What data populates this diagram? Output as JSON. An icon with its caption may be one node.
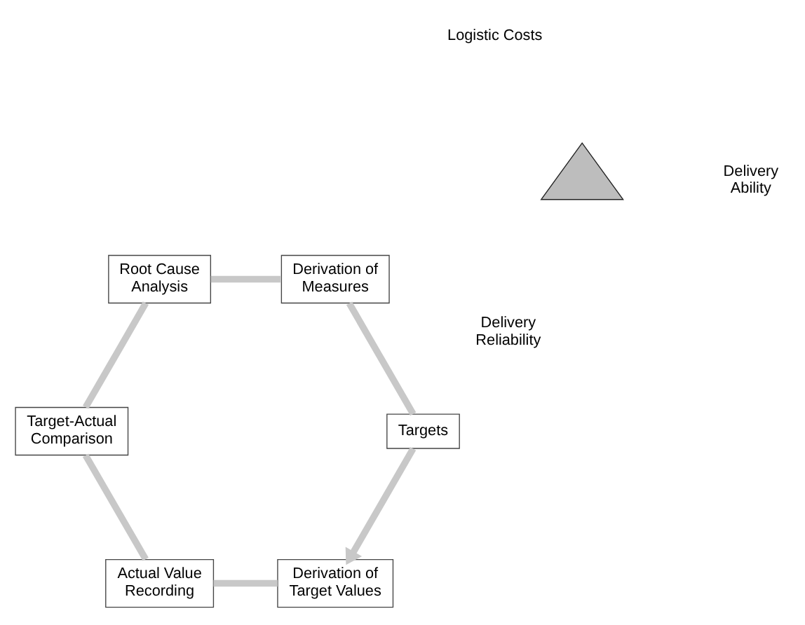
{
  "diagram": {
    "nodes": [
      {
        "text": [
          "Derivation of Target Values"
        ]
      },
      {
        "text": [
          "Actual Value Recording"
        ]
      },
      {
        "text": [
          "Target-Actual Comparison"
        ]
      },
      {
        "text": [
          "Root Cause Analysis"
        ]
      },
      {
        "text": [
          "Derivation of Measures"
        ]
      },
      {
        "text": [
          "Targets"
        ]
      },
      {
        "text": [],
        "shape": "triangle"
      }
    ],
    "edges": [
      {
        "from": 0,
        "to": 1,
        "arrow": "none"
      },
      {
        "from": 1,
        "to": 2,
        "arrow": "none"
      },
      {
        "from": 2,
        "to": 3,
        "arrow": "none"
      },
      {
        "from": 3,
        "to": 4,
        "arrow": "none"
      },
      {
        "from": 4,
        "to": 5,
        "arrow": "none"
      },
      {
        "from": 5,
        "to": 0,
        "arrow": "to"
      }
    ],
    "labels": [
      "Delivery Ability",
      "Logistic Costs",
      "Delivery Reliability"
    ]
  }
}
